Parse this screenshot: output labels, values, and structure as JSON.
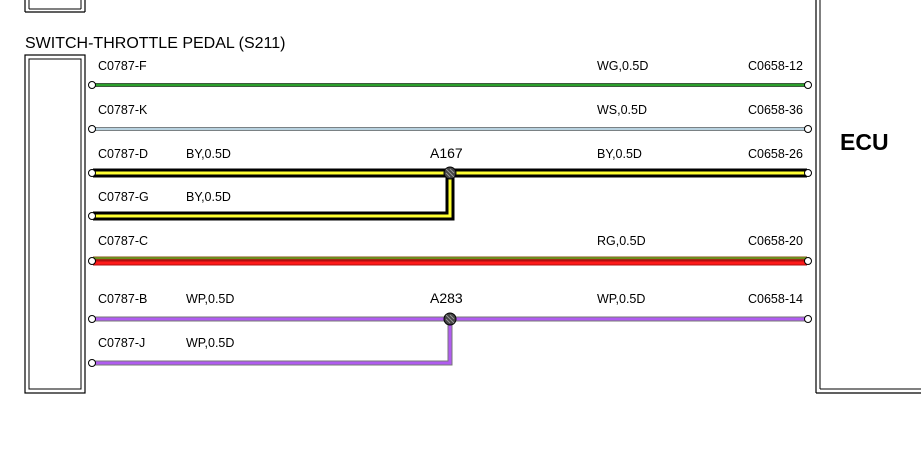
{
  "component": {
    "title": "SWITCH-THROTTLE PEDAL (S211)"
  },
  "ecu": {
    "label": "ECU"
  },
  "colors": {
    "line": "#000000",
    "outline": "#555555",
    "green": "#2ca02c",
    "light_blue": "#b8d2e0",
    "yellow": "#ffff33",
    "red": "#ff1a1a",
    "dark_red": "#c01010",
    "olive": "#6d8c1e",
    "violet": "#b05cf0",
    "splice_fill": "#444444"
  },
  "circuits": [
    {
      "id": "green-wire",
      "switch_pin": "C0787-F",
      "left_wire": "",
      "right_wire": "WG,0.5D",
      "ecu_pin": "C0658-12",
      "color_name": "green"
    },
    {
      "id": "white-blue-wire",
      "switch_pin": "C0787-K",
      "left_wire": "",
      "right_wire": "WS,0.5D",
      "ecu_pin": "C0658-36",
      "color_name": "light-blue"
    },
    {
      "id": "black-yellow-wire",
      "switch_pin": "C0787-D",
      "left_wire": "BY,0.5D",
      "right_wire": "BY,0.5D",
      "ecu_pin": "C0658-26",
      "color_name": "black-yellow"
    },
    {
      "id": "black-yellow-branch-wire",
      "switch_pin": "C0787-G",
      "left_wire": "BY,0.5D",
      "right_wire": "",
      "ecu_pin": "",
      "color_name": "black-yellow"
    },
    {
      "id": "red-green-wire",
      "switch_pin": "C0787-C",
      "left_wire": "",
      "right_wire": "RG,0.5D",
      "ecu_pin": "C0658-20",
      "color_name": "red-green"
    },
    {
      "id": "white-violet-wire",
      "switch_pin": "C0787-B",
      "left_wire": "WP,0.5D",
      "right_wire": "WP,0.5D",
      "ecu_pin": "C0658-14",
      "color_name": "white-violet"
    },
    {
      "id": "white-violet-branch-wire",
      "switch_pin": "C0787-J",
      "left_wire": "WP,0.5D",
      "right_wire": "",
      "ecu_pin": "",
      "color_name": "white-violet"
    }
  ],
  "splices": [
    {
      "id": "A167",
      "label": "A167"
    },
    {
      "id": "A283",
      "label": "A283"
    }
  ]
}
